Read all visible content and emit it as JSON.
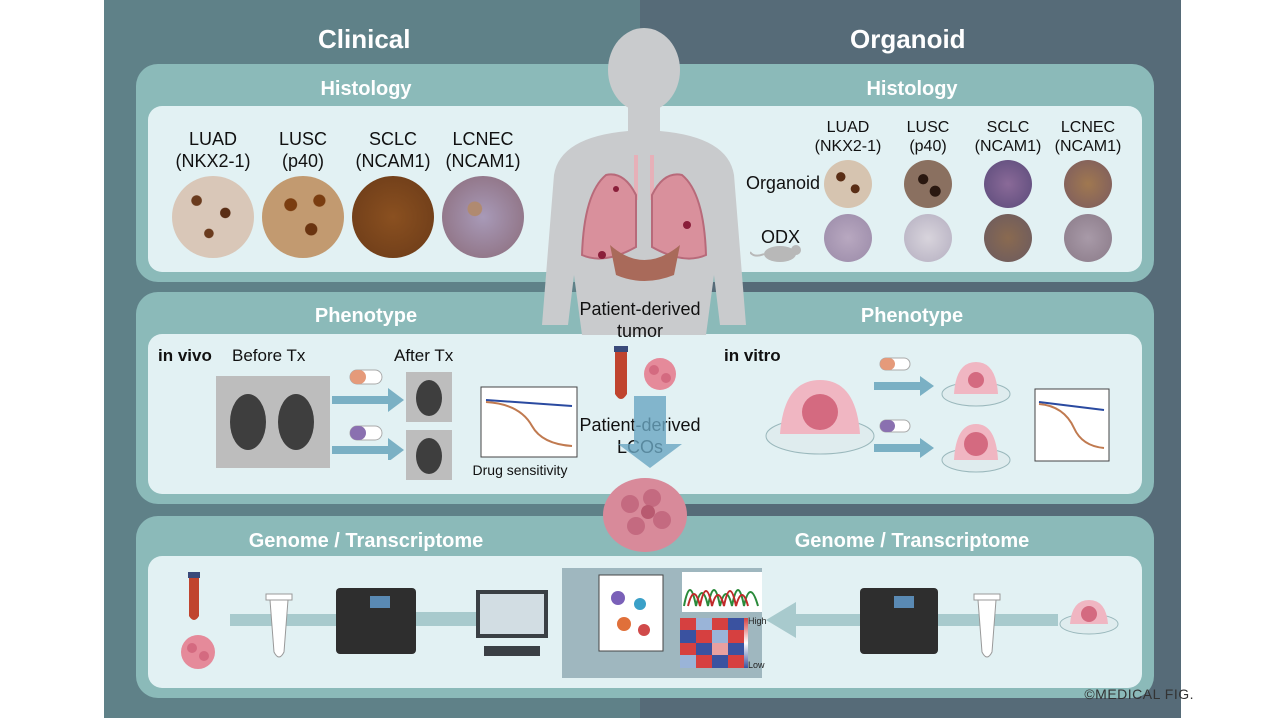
{
  "headers": {
    "clinical": "Clinical",
    "organoid": "Organoid"
  },
  "histology": {
    "title_left": "Histology",
    "title_right": "Histology",
    "clinical_items": [
      {
        "name": "LUAD",
        "marker": "(NKX2-1)"
      },
      {
        "name": "LUSC",
        "marker": "(p40)"
      },
      {
        "name": "SCLC",
        "marker": "(NCAM1)"
      },
      {
        "name": "LCNEC",
        "marker": "(NCAM1)"
      }
    ],
    "organoid_items": [
      {
        "name": "LUAD",
        "marker": "(NKX2-1)"
      },
      {
        "name": "LUSC",
        "marker": "(p40)"
      },
      {
        "name": "SCLC",
        "marker": "(NCAM1)"
      },
      {
        "name": "LCNEC",
        "marker": "(NCAM1)"
      }
    ],
    "row_labels": {
      "organoid": "Organoid",
      "odx": "ODX"
    }
  },
  "phenotype": {
    "title_left": "Phenotype",
    "title_right": "Phenotype",
    "in_vivo": "in vivo",
    "before_tx": "Before Tx",
    "after_tx": "After Tx",
    "drug_sensitivity": "Drug sensitivity",
    "in_vitro": "in vitro"
  },
  "center": {
    "tumor_line1": "Patient-derived",
    "tumor_line2": "tumor",
    "lco_line1": "Patient-derived",
    "lco_line2": "LCOs"
  },
  "genome": {
    "title_left": "Genome / Transcriptome",
    "title_right": "Genome / Transcriptome",
    "heat_high": "High",
    "heat_low": "Low"
  },
  "copyright": "©MEDICAL FIG.",
  "colors": {
    "clinical_bg": "#5f8188",
    "organoid_bg": "#566b78",
    "band": "#8bbab9",
    "panel": "#e2f1f3"
  }
}
